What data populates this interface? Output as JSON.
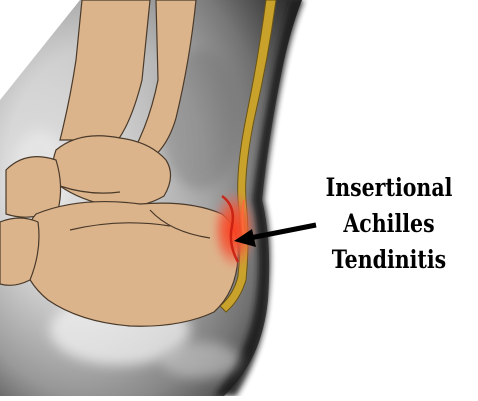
{
  "annotation": {
    "lines": [
      "Insertional",
      "Achilles",
      "Tendinitis"
    ]
  },
  "colors": {
    "background": "#ffffff",
    "bone": "#dcb48c",
    "bone_outline": "#4a3a2a",
    "tendon": "#c9a22c",
    "inflammation": "#f04a2a",
    "soft_tissue_dark": "#2a2a2a",
    "soft_tissue_light": "#e6e6e6",
    "arrow": "#000000"
  }
}
